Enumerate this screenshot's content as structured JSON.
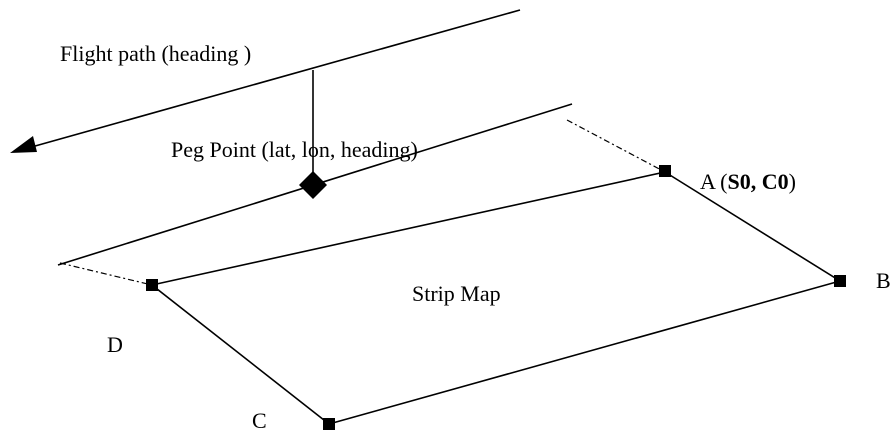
{
  "labels": {
    "flight_path": "Flight path (heading )",
    "peg_point": "Peg Point (lat, lon, heading)",
    "strip_map": "Strip Map",
    "corner_a_prefix": "A (",
    "corner_a_coords": "S0, C0",
    "corner_a_suffix": ")",
    "corner_b": "B",
    "corner_c": "C",
    "corner_d": "D"
  },
  "colors": {
    "stroke": "#000000",
    "background": "#ffffff"
  }
}
